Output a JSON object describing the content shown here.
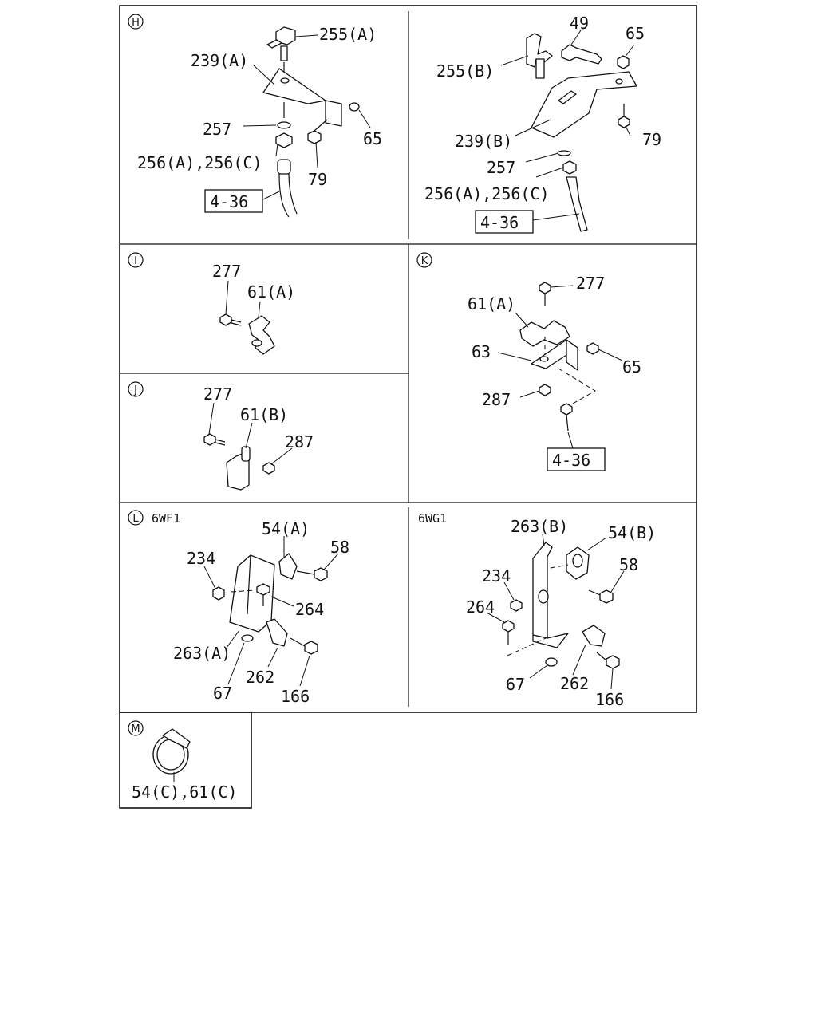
{
  "sections": {
    "H": {
      "letter": "H",
      "labels": {
        "l255a": "255(A)",
        "l239a": "239(A)",
        "l257": "257",
        "l65": "65",
        "l256": "256(A),256(C)",
        "l79": "79",
        "ref": "4-36"
      },
      "right_labels": {
        "l49": "49",
        "l65": "65",
        "l255b": "255(B)",
        "l239b": "239(B)",
        "l79": "79",
        "l257": "257",
        "l256": "256(A),256(C)",
        "ref": "4-36"
      }
    },
    "I": {
      "letter": "I",
      "labels": {
        "l277": "277",
        "l61a": "61(A)"
      }
    },
    "J": {
      "letter": "J",
      "labels": {
        "l277": "277",
        "l61b": "61(B)",
        "l287": "287"
      }
    },
    "K": {
      "letter": "K",
      "labels": {
        "l277": "277",
        "l61a": "61(A)",
        "l63": "63",
        "l65": "65",
        "l287": "287",
        "ref": "4-36"
      }
    },
    "L": {
      "letter": "L",
      "variant_left": "6WF1",
      "variant_right": "6WG1",
      "left_labels": {
        "l54a": "54(A)",
        "l58": "58",
        "l234": "234",
        "l264": "264",
        "l263a": "263(A)",
        "l262": "262",
        "l67": "67",
        "l166": "166"
      },
      "right_labels": {
        "l263b": "263(B)",
        "l54b": "54(B)",
        "l58": "58",
        "l234": "234",
        "l264": "264",
        "l67": "67",
        "l262": "262",
        "l166": "166"
      }
    },
    "M": {
      "letter": "M",
      "labels": {
        "l54c61c": "54(C),61(C)"
      }
    }
  }
}
